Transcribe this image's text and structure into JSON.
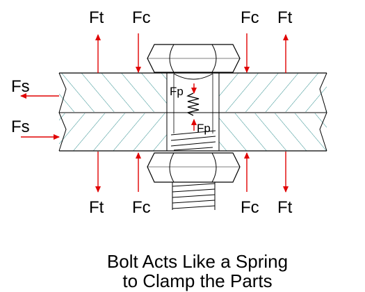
{
  "diagram": {
    "labels": {
      "ft": "Ft",
      "fc": "Fc",
      "fs": "Fs",
      "fp": "Fp"
    },
    "caption": {
      "line1": "Bolt Acts Like a Spring",
      "line2": "to Clamp the Parts"
    },
    "colors": {
      "hatch": "#2f8f8f",
      "arrow": "#e00000",
      "outline": "#000000",
      "background": "#ffffff"
    }
  }
}
